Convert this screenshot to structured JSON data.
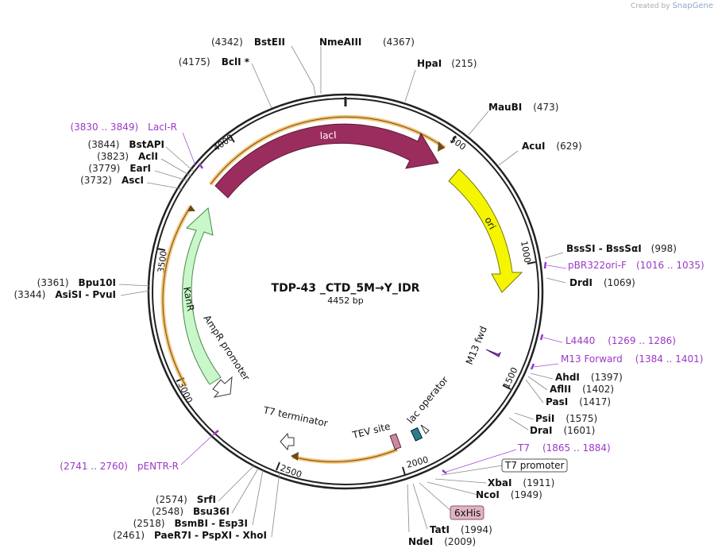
{
  "watermark": {
    "prefix": "Created by",
    "brand": "SnapGene"
  },
  "plasmid": {
    "name": "TDP-43 _CTD_5M→Y_IDR",
    "size": "4452 bp"
  },
  "ruler": [
    "500",
    "1000",
    "1500",
    "2000",
    "2500",
    "3000",
    "3500",
    "4000"
  ],
  "features": {
    "lacI": "lacI",
    "ori": "ori",
    "kanR": "KanR",
    "ampr_promoter": "AmpR promoter",
    "t7_terminator": "T7 terminator",
    "tev_site": "TEV site",
    "lac_operator": "lac operator",
    "m13_fwd": "M13 fwd",
    "t7_promoter": "T7 promoter",
    "his": "6xHis"
  },
  "right_labels": [
    {
      "pos": "(4367)",
      "enz": "NmeAIII"
    },
    {
      "enz": "HpaI",
      "pos": "(215)"
    },
    {
      "enz": "MauBI",
      "pos": "(473)"
    },
    {
      "enz": "AcuI",
      "pos": "(629)"
    },
    {
      "enz": "BssSI  -  BssSαI",
      "pos": "(998)"
    },
    {
      "primer": "pBR322ori-F",
      "range": "(1016 .. 1035)"
    },
    {
      "enz": "DrdI",
      "pos": "(1069)"
    },
    {
      "primer": "L4440",
      "range": "(1269 .. 1286)"
    },
    {
      "primer": "M13 Forward",
      "range": "(1384 .. 1401)"
    },
    {
      "enz": "AhdI",
      "pos": "(1397)"
    },
    {
      "enz": "AflII",
      "pos": "(1402)"
    },
    {
      "enz": "PasI",
      "pos": "(1417)"
    },
    {
      "enz": "PsiI",
      "pos": "(1575)"
    },
    {
      "enz": "DraI",
      "pos": "(1601)"
    },
    {
      "primer": "T7",
      "range": "(1865 .. 1884)"
    },
    {
      "enz": "XbaI",
      "pos": "(1911)"
    },
    {
      "enz": "NcoI",
      "pos": "(1949)"
    },
    {
      "enz": "TatI",
      "pos": "(1994)"
    },
    {
      "enz": "NdeI",
      "pos": "(2009)"
    }
  ],
  "left_labels": [
    {
      "pos": "(4342)",
      "enz": "BstEII"
    },
    {
      "pos": "(4175)",
      "enz": "BclI *"
    },
    {
      "range": "(3830 .. 3849)",
      "primer": "LacI-R"
    },
    {
      "pos": "(3844)",
      "enz": "BstAPI"
    },
    {
      "pos": "(3823)",
      "enz": "AclI"
    },
    {
      "pos": "(3779)",
      "enz": "EarI"
    },
    {
      "pos": "(3732)",
      "enz": "AscI"
    },
    {
      "pos": "(3361)",
      "enz": "Bpu10I"
    },
    {
      "pos": "(3344)",
      "enz": "AsiSI  -  PvuI"
    },
    {
      "range": "(2741 .. 2760)",
      "primer": "pENTR-R"
    },
    {
      "pos": "(2574)",
      "enz": "SrfI"
    },
    {
      "pos": "(2548)",
      "enz": "Bsu36I"
    },
    {
      "pos": "(2518)",
      "enz": "BsmBI  -  Esp3I"
    },
    {
      "pos": "(2461)",
      "enz": "PaeR7I  -  PspXI  -  XhoI"
    }
  ],
  "colors": {
    "lacI": "#9b2d5e",
    "ori": "#f5f500",
    "kanR": "#c9f7c9",
    "primer": "#9b38c8",
    "orf_glow": "#f0a830",
    "tev": "#c98aa0",
    "lac_op": "#2a7e8c",
    "his_bg": "#e0b4c2"
  }
}
